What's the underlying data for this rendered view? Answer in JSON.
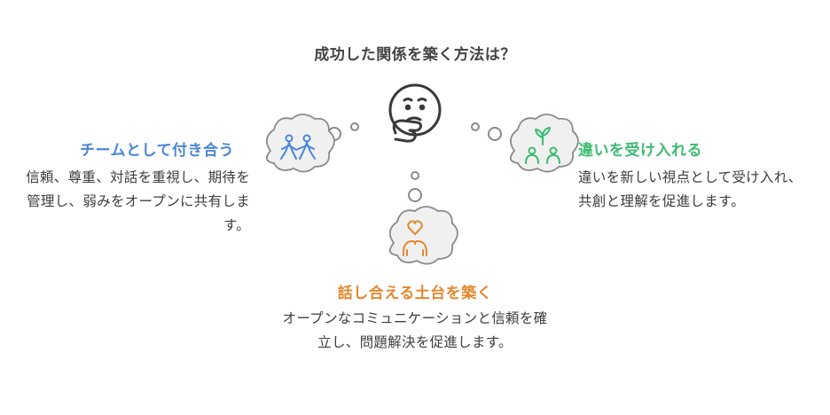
{
  "title": "成功した関係を築く方法は？",
  "sections": {
    "left": {
      "title": "チームとして付き合う",
      "description": "信頼、尊重、対話を重視し、期待を管理し、弱みをオープンに共有します。",
      "color": "#4a86d8",
      "icon": "people-holding-hands-icon"
    },
    "right": {
      "title": "違いを受け入れる",
      "description": "違いを新しい視点として受け入れ、共創と理解を促進します。",
      "color": "#3dbb73",
      "icon": "people-with-plant-icon"
    },
    "bottom": {
      "title": "話し合える土台を築く",
      "description": "オープンなコミュニケーションと信頼を確立し、問題解決を促進します。",
      "color": "#e3882f",
      "icon": "people-with-heart-icon"
    }
  },
  "center_icon": "thinking-face-icon"
}
